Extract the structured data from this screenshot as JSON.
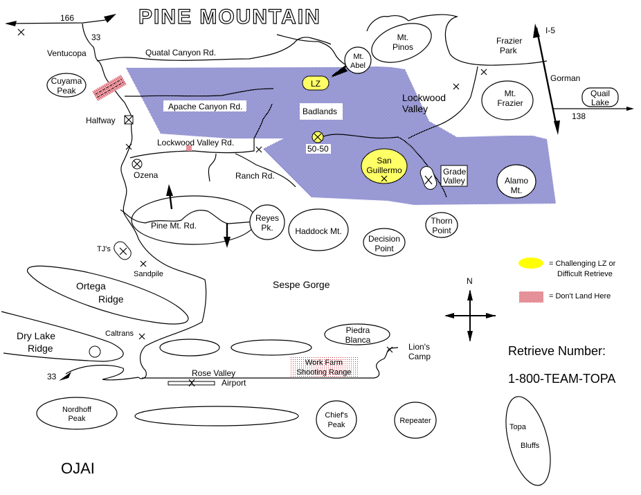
{
  "title": "PINE MOUNTAIN",
  "colors": {
    "flying_area": "#3333aa",
    "challenging_lz": "#ffff00",
    "dont_land": "#cc2233"
  },
  "roads": {
    "hwy_166": "166",
    "hwy_33_north": "33",
    "hwy_33_south": "33",
    "i5": "I-5",
    "hwy_138": "138",
    "quatal": "Quatal Canyon Rd.",
    "apache": "Apache Canyon Rd.",
    "lockwood_rd": "Lockwood Valley Rd.",
    "ranch": "Ranch Rd.",
    "pine_mt_rd": "Pine Mt. Rd."
  },
  "places": {
    "ventucopa": "Ventucopa",
    "halfway": "Halfway",
    "ozena": "Ozena",
    "frazier_park": [
      "Frazier",
      "Park"
    ],
    "gorman": "Gorman",
    "lockwood_valley": [
      "Lockwood",
      "Valley"
    ],
    "tjs": "TJ's",
    "sandpile": "Sandpile",
    "sespe_gorge": "Sespe Gorge",
    "caltrans": "Caltrans",
    "rose_valley": "Rose Valley",
    "airport": "Airport",
    "lions_camp": [
      "Lion's",
      "Camp"
    ],
    "ojai": "OJAI"
  },
  "peaks": {
    "cuyama": [
      "Cuyama",
      "Peak"
    ],
    "mt_pinos": [
      "Mt.",
      "Pinos"
    ],
    "mt_abel": [
      "Mt.",
      "Abel"
    ],
    "mt_frazier": [
      "Mt.",
      "Frazier"
    ],
    "quail_lake": [
      "Quail",
      "Lake"
    ],
    "reyes": [
      "Reyes",
      "Pk."
    ],
    "haddock": "Haddock Mt.",
    "decision": [
      "Decision",
      "Point"
    ],
    "thorn": [
      "Thorn",
      "Point"
    ],
    "alamo": [
      "Alamo",
      "Mt."
    ],
    "ortega": [
      "Ortega",
      "Ridge"
    ],
    "dry_lake": [
      "Dry Lake",
      "Ridge"
    ],
    "piedra_blanca": [
      "Piedra",
      "Blanca"
    ],
    "nordhoff": [
      "Nordhoff",
      "Peak"
    ],
    "chiefs": [
      "Chief's",
      "Peak"
    ],
    "repeater": "Repeater",
    "topa": [
      "Topa",
      "Bluffs"
    ]
  },
  "launch_zones": {
    "lz": "LZ",
    "badlands": "Badlands",
    "fifty_fifty": "50-50",
    "san_guillermo": [
      "San",
      "Guillermo"
    ],
    "grade_valley": [
      "Grade",
      "Valley"
    ]
  },
  "no_land": {
    "work_farm": [
      "Work Farm",
      "Shooting Range"
    ]
  },
  "legend": {
    "challenging": [
      "= Challenging LZ or",
      "Difficult Retrieve"
    ],
    "dont_land": "=  Don't Land Here"
  },
  "compass": {
    "north": "N"
  },
  "retrieve": {
    "label": "Retrieve Number:",
    "number": "1-800-TEAM-TOPA"
  }
}
